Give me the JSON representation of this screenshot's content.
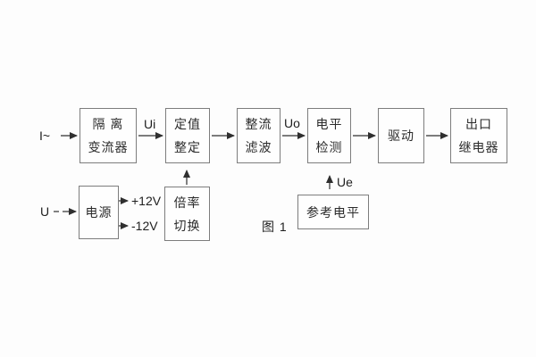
{
  "figure": {
    "caption": "图 1",
    "background_color": "#fdfdfd",
    "box_border_color": "#7d7d7d",
    "text_color": "#2b2b2b",
    "line_color": "#2f2f2f"
  },
  "nodes": {
    "isolation_transformer": {
      "line1": "隔 离",
      "line2": "变流器"
    },
    "setting_adjust": {
      "line1": "定值",
      "line2": "整定"
    },
    "rectify_filter": {
      "line1": "整流",
      "line2": "滤波"
    },
    "level_detect": {
      "line1": "电平",
      "line2": "检测"
    },
    "drive": {
      "line1": "驱动"
    },
    "output_relay": {
      "line1": "出口",
      "line2": "继电器"
    },
    "power_supply": {
      "line1": "电源"
    },
    "ratio_switch": {
      "line1": "倍率",
      "line2": "切换"
    },
    "reference_level": {
      "line1": "参考电平"
    }
  },
  "signals": {
    "input_current": "I~",
    "input_voltage": "U",
    "ui": "Ui",
    "uo": "Uo",
    "ue": "Ue",
    "plus_12v": "+12V",
    "minus_12v": "-12V"
  }
}
